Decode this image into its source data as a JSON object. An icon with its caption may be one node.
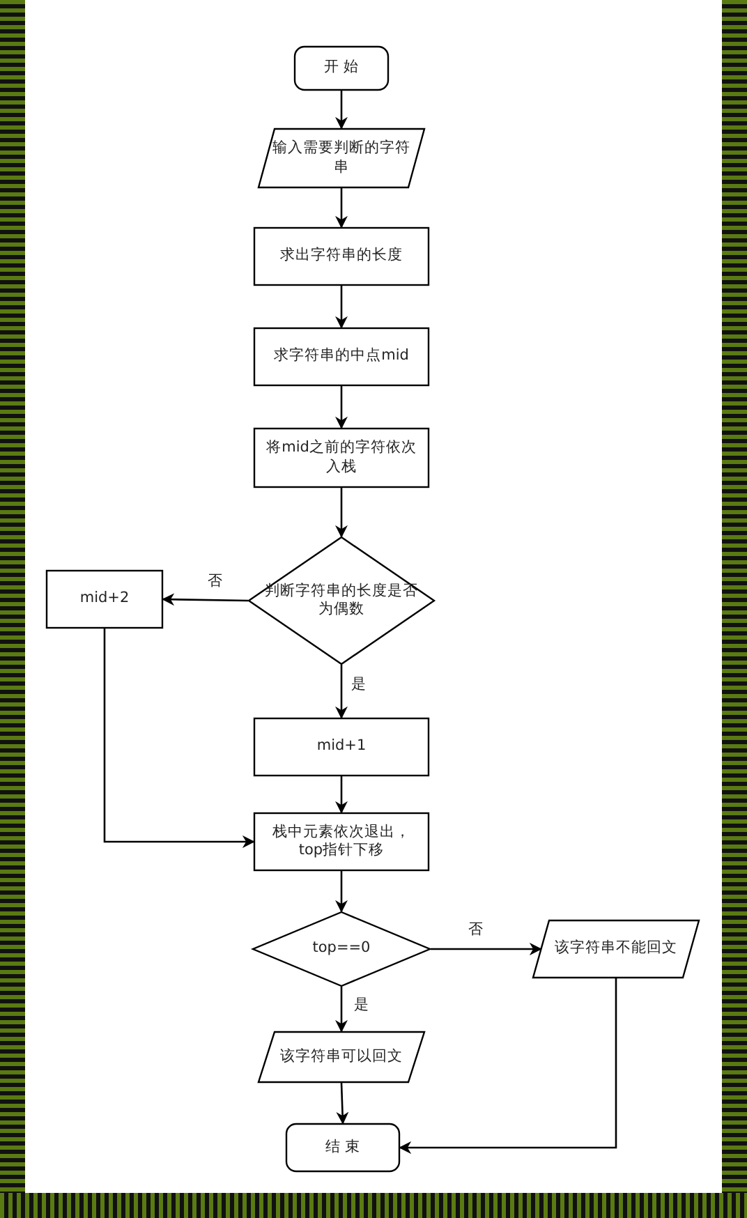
{
  "diagram": {
    "nodes": [
      {
        "text": [
          "开 始"
        ]
      },
      {
        "text": [
          "输入需要判断的字符串"
        ]
      },
      {
        "text": [
          "求出字符串的长度"
        ]
      },
      {
        "text": [
          "求字符串的中点mid"
        ]
      },
      {
        "text": [
          "将mid之前的字符依次入栈"
        ]
      },
      {
        "text": [
          "判断字符串的长度是否为偶数"
        ]
      },
      {
        "text": [
          "mid+2"
        ]
      },
      {
        "text": [
          "mid+1"
        ]
      },
      {
        "text": [
          "栈中元素依次退出，top指针下移"
        ]
      },
      {
        "text": [
          "top==0"
        ]
      },
      {
        "text": [
          "该字符串不能回文"
        ]
      },
      {
        "text": [
          "该字符串可以回文"
        ]
      },
      {
        "text": [
          "结 束"
        ]
      }
    ],
    "edges": [
      {
        "from": 0,
        "to": 1,
        "arrow": "to"
      },
      {
        "from": 1,
        "to": 2,
        "arrow": "to"
      },
      {
        "from": 2,
        "to": 3,
        "arrow": "to"
      },
      {
        "from": 3,
        "to": 4,
        "arrow": "to"
      },
      {
        "from": 4,
        "to": 5,
        "arrow": "to"
      },
      {
        "from": 5,
        "to": 6,
        "arrow": "to",
        "label": "否"
      },
      {
        "from": 5,
        "to": 7,
        "arrow": "to",
        "label": "是"
      },
      {
        "from": 6,
        "to": 8,
        "arrow": "to"
      },
      {
        "from": 7,
        "to": 8,
        "arrow": "to"
      },
      {
        "from": 8,
        "to": 9,
        "arrow": "to"
      },
      {
        "from": 9,
        "to": 10,
        "arrow": "to",
        "label": "否"
      },
      {
        "from": 9,
        "to": 11,
        "arrow": "to",
        "label": "是"
      },
      {
        "from": 11,
        "to": 12,
        "arrow": "to"
      },
      {
        "from": 10,
        "to": 12,
        "arrow": "to"
      }
    ]
  }
}
